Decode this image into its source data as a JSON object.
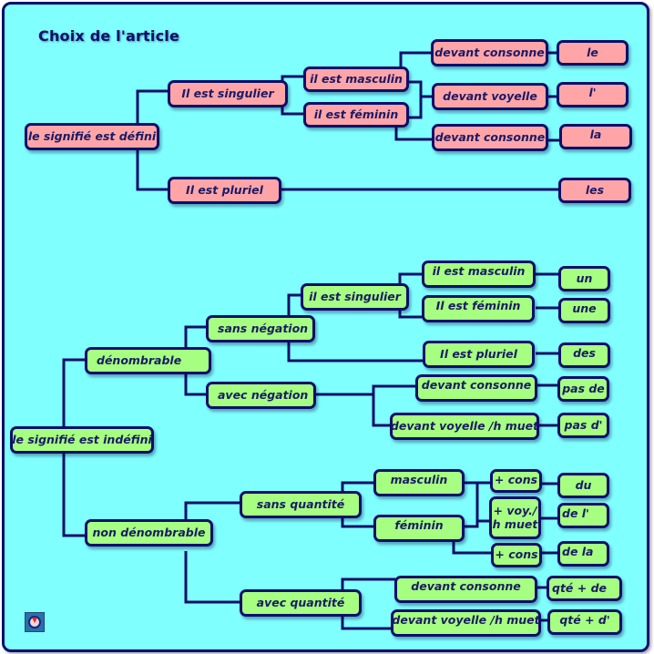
{
  "title": "Choix de l'article",
  "colors": {
    "background": "#80ffff",
    "border": "#0c0f6a",
    "defini_node": "#ffa5a8",
    "indefini_node": "#a6ff80",
    "text": "#1a1a66"
  },
  "defini": {
    "root": "le signifié est défini",
    "singulier": "Il est singulier",
    "masculin": "il est masculin",
    "feminin": "il est féminin",
    "devant_consonne_m": "devant consonne",
    "devant_voyelle": "devant voyelle",
    "devant_consonne_f": "devant consonne",
    "article_le": "le",
    "article_l": "l'",
    "article_la": "la",
    "pluriel": "Il est pluriel",
    "article_les": "les"
  },
  "indefini": {
    "root": "le signifié est indéfini",
    "denombrable": "dénombrable",
    "sans_negation": "sans négation",
    "singulier": "il est singulier",
    "masculin": "il est masculin",
    "feminin": "Il est féminin",
    "article_un": "un",
    "article_une": "une",
    "pluriel": "Il est pluriel",
    "article_des": "des",
    "avec_negation": "avec négation",
    "neg_devant_consonne": "devant consonne",
    "neg_devant_voyelle": "devant voyelle /h muet",
    "article_pas_de": "pas de",
    "article_pas_d": "pas d'",
    "non_denombrable": "non dénombrable",
    "sans_quantite": "sans quantité",
    "nd_masculin": "masculin",
    "nd_feminin": "féminin",
    "plus_cons_m": "+ cons",
    "plus_voy": "+ voy./\nh muet",
    "plus_cons_f": "+ cons",
    "article_du": "du",
    "article_de_l": "de l'",
    "article_de_la": "de la",
    "avec_quantite": "avec quantité",
    "qte_devant_consonne": "devant consonne",
    "qte_devant_voyelle": "devant voyelle /h muet",
    "article_qte_de": "qté + de",
    "article_qte_d": "qté + d'"
  },
  "logo": {
    "icon": "app-logo-icon"
  }
}
